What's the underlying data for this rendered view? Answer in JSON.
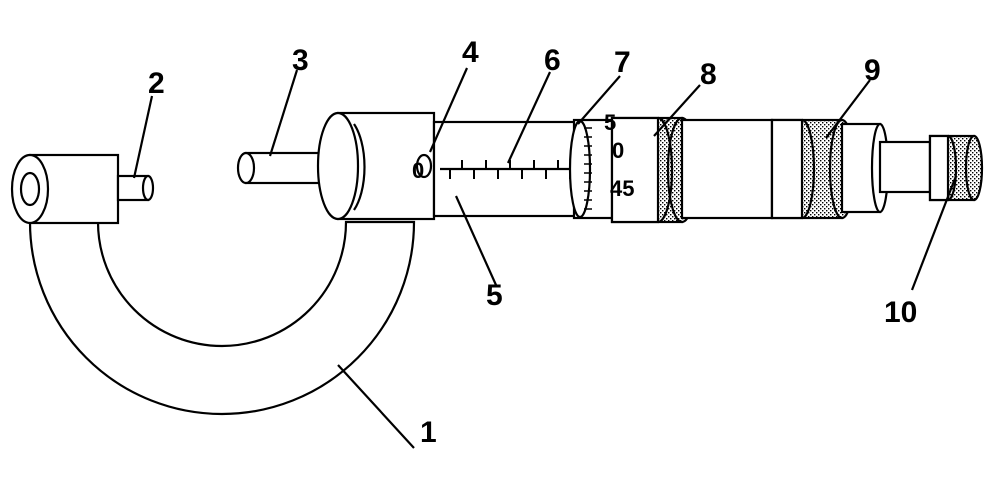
{
  "labels": {
    "l1": "1",
    "l2": "2",
    "l3": "3",
    "l4": "4",
    "l5": "5",
    "l6": "6",
    "l7": "7",
    "l8": "8",
    "l9": "9",
    "l10": "10"
  },
  "sleeve_mark": "0",
  "thimble_scale": {
    "top": "0",
    "bottom": "45",
    "top_fragment": "5"
  }
}
